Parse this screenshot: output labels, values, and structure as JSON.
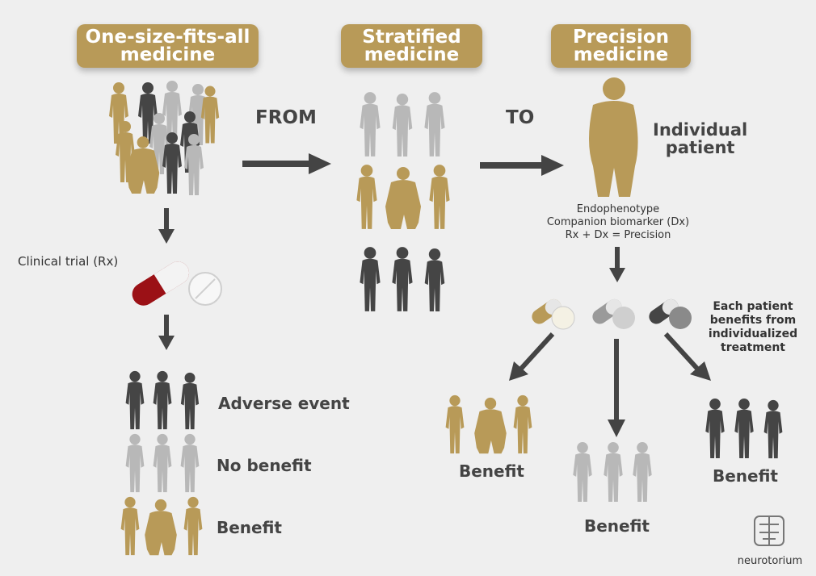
{
  "banners": {
    "one_size": [
      "One-size-fits-all",
      "medicine"
    ],
    "stratified": [
      "Stratified",
      "medicine"
    ],
    "precision": [
      "Precision",
      "medicine"
    ]
  },
  "arrows": {
    "from": "FROM",
    "to": "TO"
  },
  "clinical_trial": "Clinical trial (Rx)",
  "outcomes": {
    "adverse": "Adverse event",
    "no_benefit": "No benefit",
    "benefit": "Benefit"
  },
  "individual_patient": [
    "Individual",
    "patient"
  ],
  "biomarker_lines": [
    "Endophenotype",
    "Companion biomarker (Dx)",
    "Rx + Dx = Precision"
  ],
  "each_patient": [
    "Each patient",
    "benefits from",
    "individualized",
    "treatment"
  ],
  "precision_benefits": [
    "Benefit",
    "Benefit",
    "Benefit"
  ],
  "logo_text": "neurotorium",
  "colors": {
    "gold": "#b89a58",
    "light_gray": "#b8b8b8",
    "dark": "#454545",
    "arrow": "#444444",
    "red": "#9b1116"
  }
}
